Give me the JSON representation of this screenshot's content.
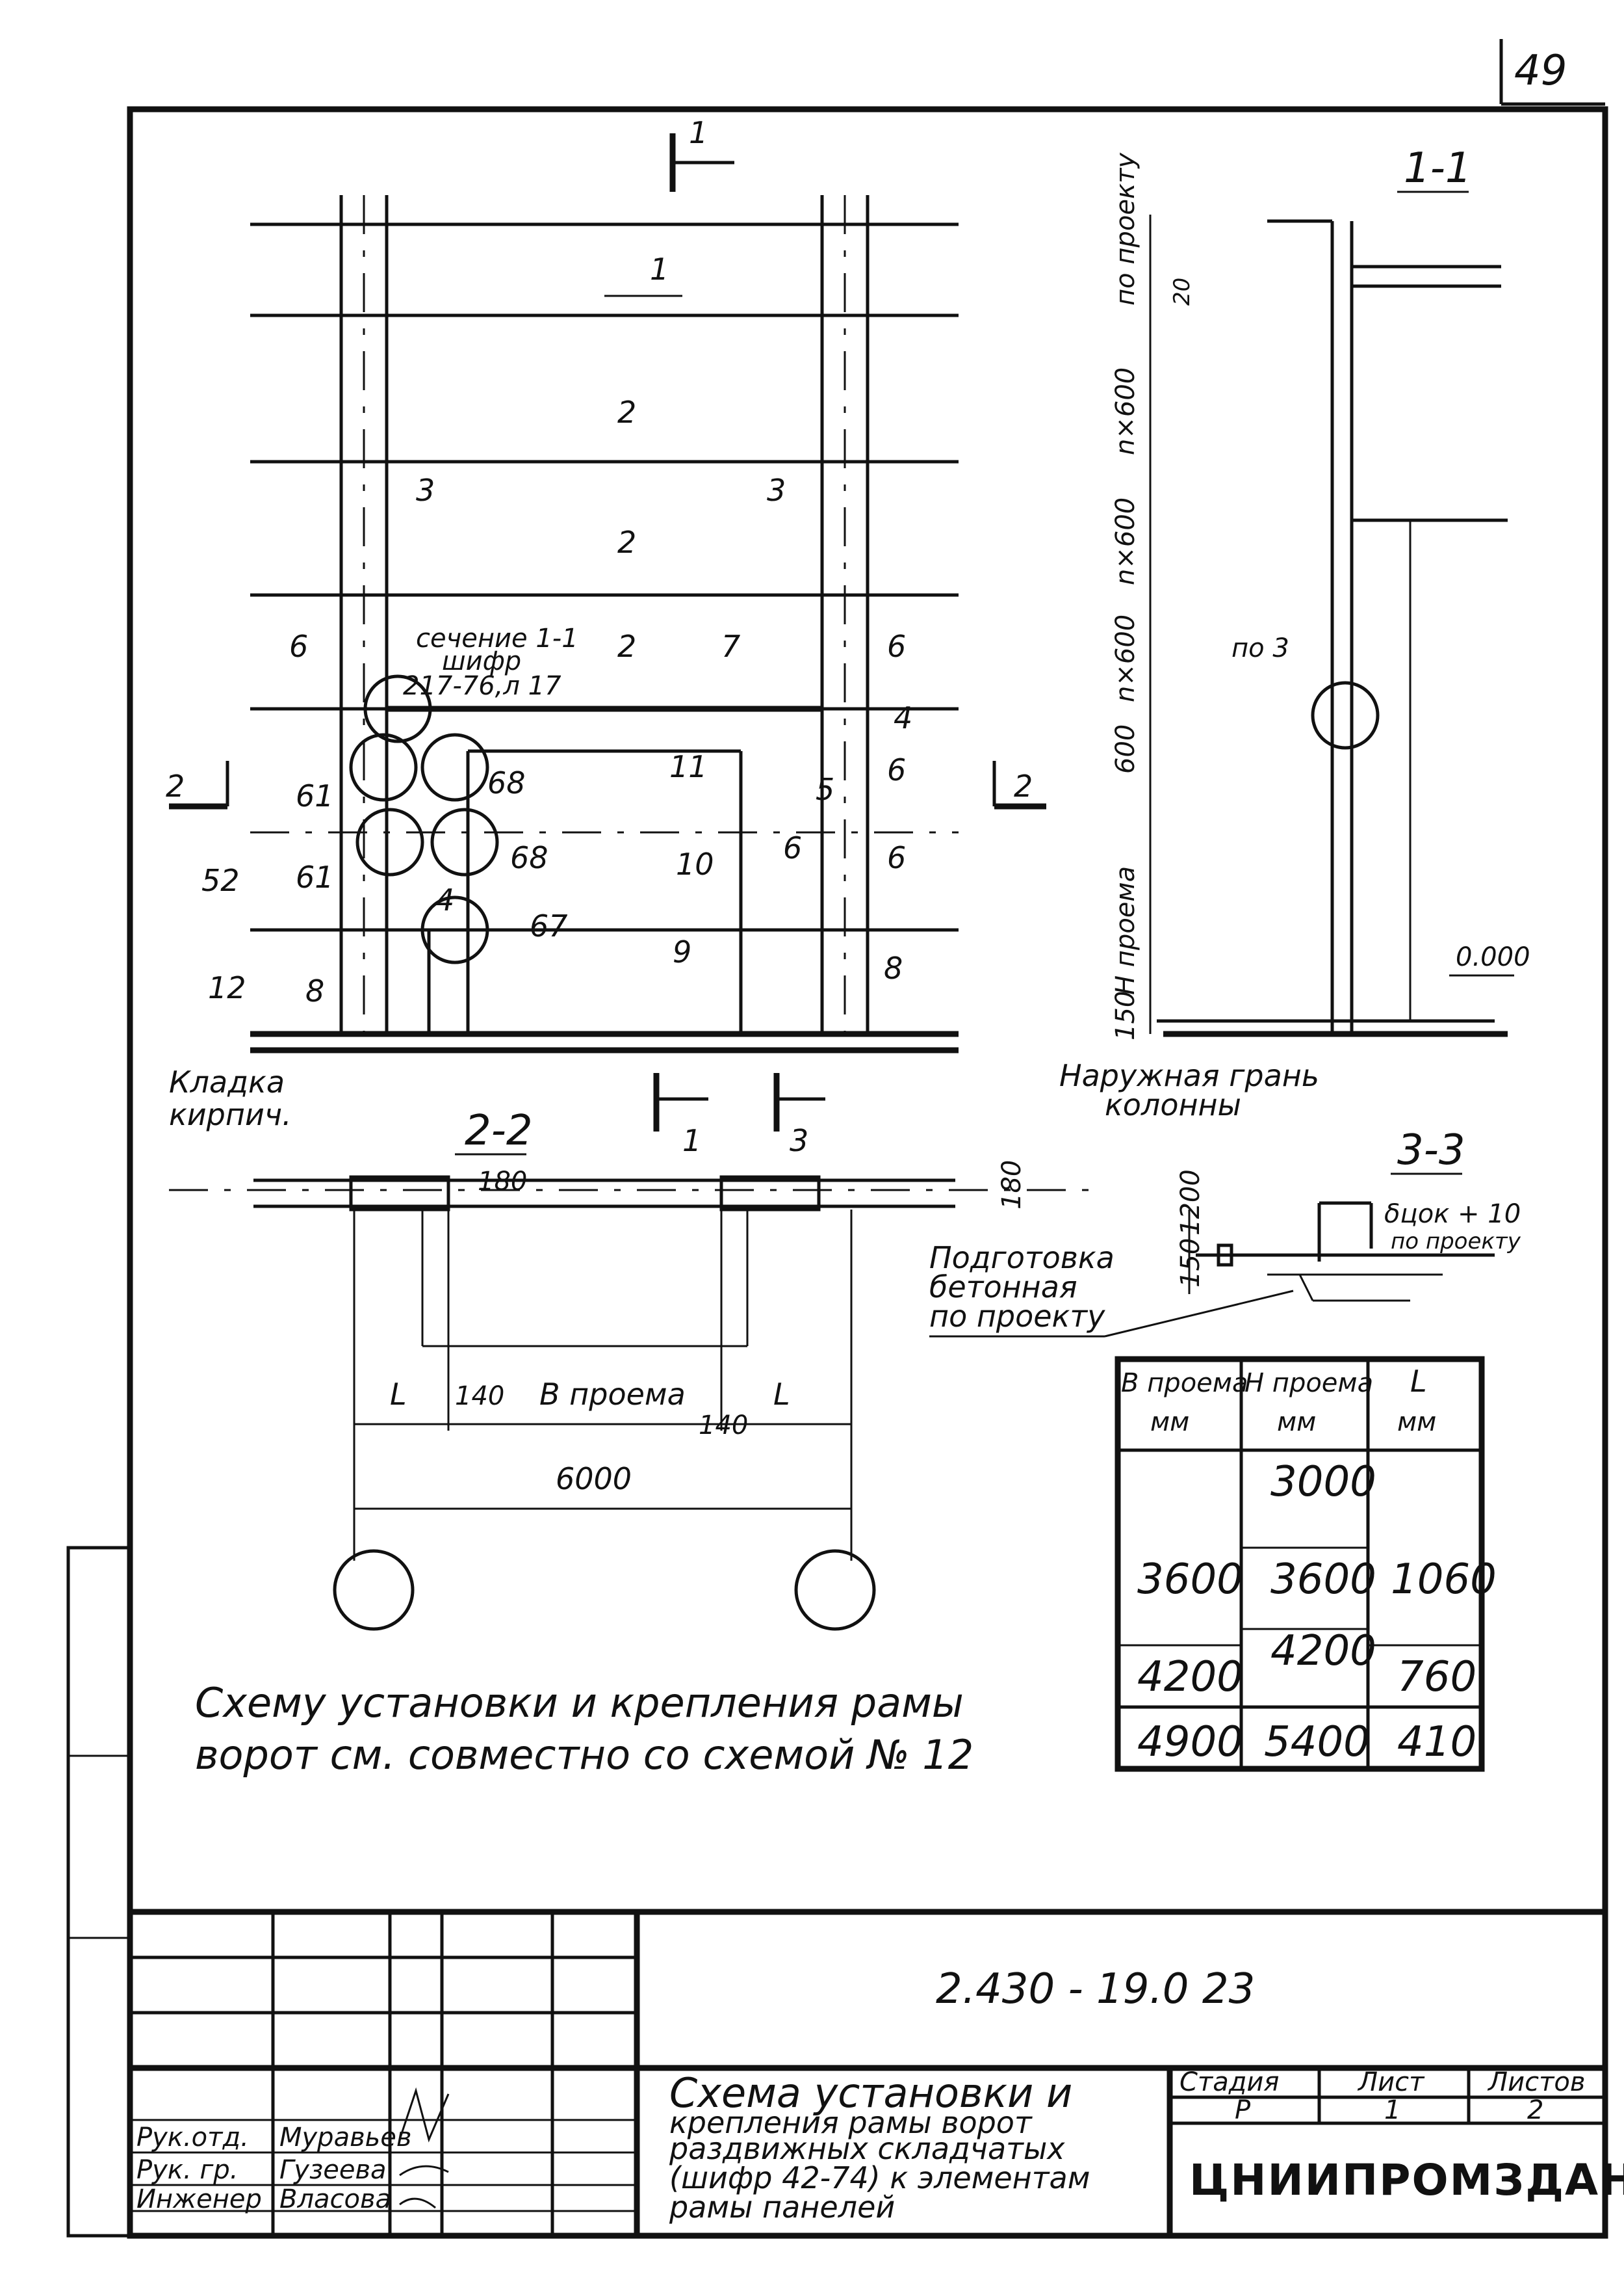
{
  "sheet_number": "49",
  "views": {
    "elevation": {
      "section_mark_top": "1",
      "section_mark_bottom": "1",
      "section_mark_left": "2",
      "section_mark_right": "2",
      "section_mark_3": "3",
      "section_mark_3_bottom": "3",
      "callouts": [
        "1",
        "2",
        "2",
        "2",
        "3",
        "3",
        "4",
        "4",
        "5",
        "6",
        "6",
        "6",
        "6",
        "6",
        "7",
        "8",
        "8",
        "9",
        "10",
        "11",
        "12",
        "52",
        "61",
        "61",
        "67",
        "68",
        "68"
      ],
      "ref_note": [
        "сечение 1-1",
        "шифр",
        "217-76,л 17"
      ],
      "masonry_note": [
        "Кладка",
        "кирпич."
      ]
    },
    "section_1_1": {
      "title": "1-1",
      "dims": [
        "по проекту",
        "20",
        "n×600",
        "n×600",
        "n×600",
        "600",
        "H проема",
        "150"
      ],
      "node_label": "по 3",
      "level": "0.000",
      "note": [
        "Наружная грань",
        "колонны"
      ]
    },
    "section_2_2": {
      "title": "2-2",
      "dims": [
        "180",
        "180",
        "L",
        "140",
        "B проема",
        "L",
        "140",
        "6000"
      ]
    },
    "section_3_3": {
      "title": "3-3",
      "dims": [
        "1200",
        "150",
        "δцок + 10",
        "по проекту"
      ],
      "note": [
        "Подготовка",
        "бетонная",
        "по проекту"
      ]
    }
  },
  "table": {
    "headers": [
      [
        "B проема",
        "мм"
      ],
      [
        "H проема",
        "мм"
      ],
      [
        "L",
        "мм"
      ]
    ],
    "rows": [
      [
        "",
        "3000",
        ""
      ],
      [
        "3600",
        "3600",
        "1060"
      ],
      [
        "",
        "4200",
        ""
      ],
      [
        "4200",
        "",
        "760"
      ],
      [
        "4900",
        "5400",
        "410"
      ]
    ]
  },
  "note": [
    "Схему установки и крепления рамы",
    "ворот см. совместно со схемой № 12"
  ],
  "title_block": {
    "doc_code": "2.430 - 19.0 23",
    "description": [
      "Схема установки и",
      "крепления рамы ворот",
      "раздвижных складчатых",
      "(шифр 42-74) к элементам",
      "рамы панелей"
    ],
    "stage_label": "Стадия",
    "stage": "Р",
    "sheet_label": "Лист",
    "sheet": "1",
    "sheets_label": "Листов",
    "sheets": "2",
    "organization": "ЦНИИПРОМЗДАНИЙ",
    "signatures": [
      {
        "role": "Рук.отд.",
        "name": "Муравьев"
      },
      {
        "role": "Рук. гр.",
        "name": "Гузеева"
      },
      {
        "role": "Инженер",
        "name": "Власова"
      }
    ]
  }
}
